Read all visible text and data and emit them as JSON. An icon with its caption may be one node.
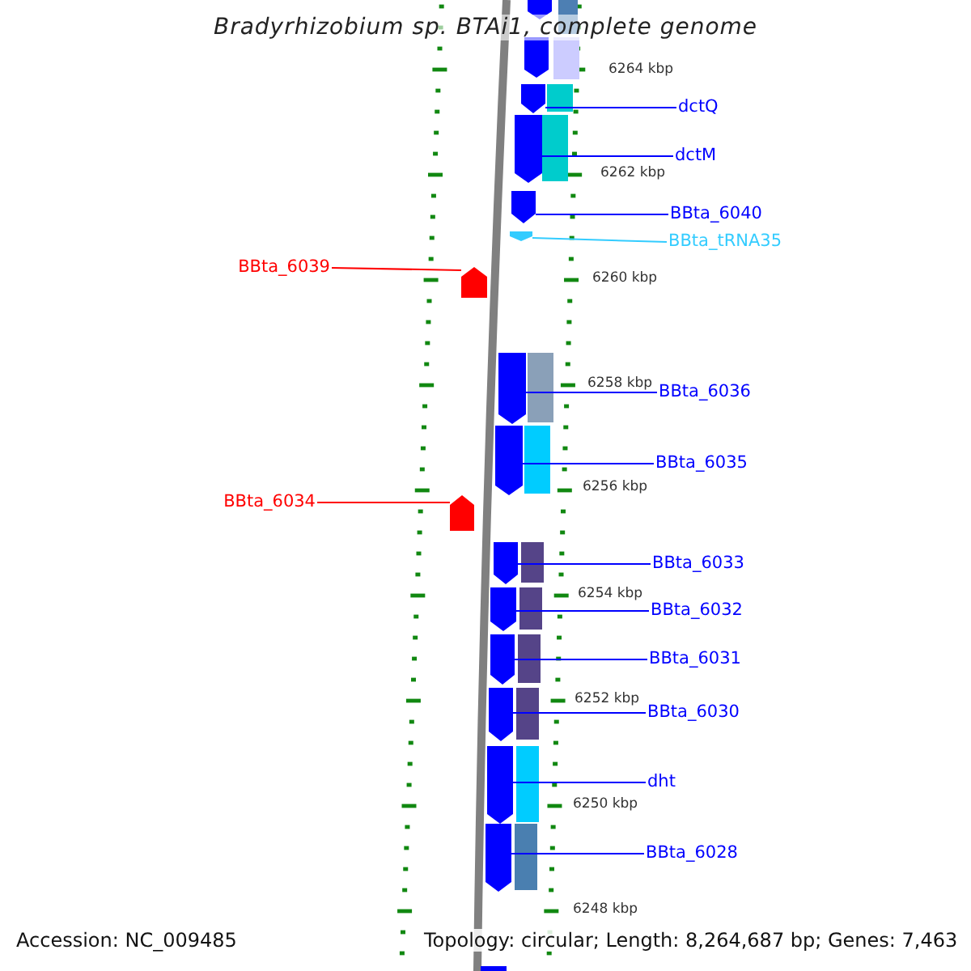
{
  "diagram": {
    "title": "Bradyrhizobium sp. BTAi1, complete genome",
    "nodes": [
      {
        "text": [
          "dctQ"
        ]
      },
      {
        "text": [
          "dctM"
        ]
      },
      {
        "text": [
          "BBta_6040"
        ]
      },
      {
        "text": [
          "BBta_tRNA35"
        ]
      },
      {
        "text": [
          "BBta_6039"
        ]
      },
      {
        "text": [
          "BBta_6036"
        ]
      },
      {
        "text": [
          "BBta_6035"
        ]
      },
      {
        "text": [
          "BBta_6034"
        ]
      },
      {
        "text": [
          "BBta_6033"
        ]
      },
      {
        "text": [
          "BBta_6032"
        ]
      },
      {
        "text": [
          "BBta_6031"
        ]
      },
      {
        "text": [
          "BBta_6030"
        ]
      },
      {
        "text": [
          "dht"
        ]
      },
      {
        "text": [
          "BBta_6028"
        ]
      },
      {
        "text": [],
        "shape": "pentagon"
      },
      {
        "text": [],
        "shape": "pentagon"
      },
      {
        "text": [],
        "shape": "pentagon"
      },
      {
        "text": [],
        "shape": "pentagon"
      },
      {
        "text": [],
        "shape": "pentagon"
      },
      {
        "text": [],
        "shape": "pentagon"
      },
      {
        "text": [],
        "shape": "pentagon"
      },
      {
        "text": [],
        "shape": "pentagon"
      },
      {
        "text": [],
        "shape": "pentagon"
      },
      {
        "text": [],
        "shape": "pentagon"
      },
      {
        "text": [],
        "shape": "pentagon"
      },
      {
        "text": [],
        "shape": "pentagon"
      },
      {
        "text": [],
        "shape": "pentagon"
      },
      {
        "text": [],
        "shape": "pentagon"
      }
    ],
    "edges": [
      {
        "from": 0,
        "to": 14,
        "arrow": "none"
      },
      {
        "from": 1,
        "to": 15,
        "arrow": "none"
      },
      {
        "from": 2,
        "to": 16,
        "arrow": "none"
      },
      {
        "from": 3,
        "to": 17,
        "arrow": "none",
        "color": "#33ccff"
      },
      {
        "from": 4,
        "to": 18,
        "arrow": "none",
        "color": "#ff0000"
      },
      {
        "from": 5,
        "to": 19,
        "arrow": "none"
      },
      {
        "from": 6,
        "to": 20,
        "arrow": "none"
      },
      {
        "from": 7,
        "to": 21,
        "arrow": "none",
        "color": "#ff0000"
      },
      {
        "from": 8,
        "to": 22,
        "arrow": "none"
      },
      {
        "from": 9,
        "to": 23,
        "arrow": "none"
      },
      {
        "from": 10,
        "to": 24,
        "arrow": "none"
      },
      {
        "from": 11,
        "to": 25,
        "arrow": "none"
      },
      {
        "from": 12,
        "to": 26,
        "arrow": "none"
      },
      {
        "from": 13,
        "to": 27,
        "arrow": "none"
      }
    ],
    "labels": [
      "6264 kbp",
      "6262 kbp",
      "6260 kbp",
      "6258 kbp",
      "6256 kbp",
      "6254 kbp",
      "6252 kbp",
      "6250 kbp",
      "6248 kbp",
      "Accession: NC_009485",
      "Topology: circular; Length: 8,264,687 bp; Genes: 7,463"
    ]
  }
}
